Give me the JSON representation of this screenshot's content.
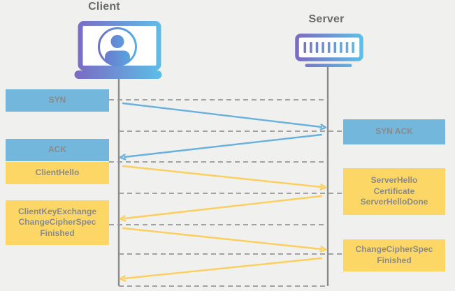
{
  "actors": [
    {
      "label": "Client",
      "icon": "laptop-user-icon"
    },
    {
      "label": "Server",
      "icon": "server-rack-icon"
    }
  ],
  "messages": [
    {
      "id": "syn",
      "label": "SYN",
      "protocol": "tcp",
      "from": "Client",
      "to": "Server",
      "label_side": "left"
    },
    {
      "id": "syn-ack",
      "label": "SYN ACK",
      "protocol": "tcp",
      "from": "Server",
      "to": "Client",
      "label_side": "right"
    },
    {
      "id": "ack",
      "label": "ACK",
      "protocol": "tcp",
      "from": "Client",
      "to": "Server",
      "label_side": "left"
    },
    {
      "id": "client-hello",
      "label": "ClientHello",
      "protocol": "tls",
      "from": "Client",
      "to": "Server",
      "label_side": "left"
    },
    {
      "id": "server-hello",
      "label": "ServerHello\nCertificate\nServerHelloDone",
      "protocol": "tls",
      "from": "Server",
      "to": "Client",
      "label_side": "right"
    },
    {
      "id": "client-key-exchange",
      "label": "ClientKeyExchange\nChangeCipherSpec\nFinished",
      "protocol": "tls",
      "from": "Client",
      "to": "Server",
      "label_side": "left"
    },
    {
      "id": "change-cipher-spec",
      "label": "ChangeCipherSpec\nFinished",
      "protocol": "tls",
      "from": "Server",
      "to": "Client",
      "label_side": "right"
    }
  ],
  "colors": {
    "background": "#f0f0ee",
    "tcp_box_blue": "#74b7dd",
    "tls_box_yellow": "#fdd766",
    "arrow_blue": "#68b1dc",
    "arrow_yellow": "#fccf5c",
    "label_text_gray": "#8a8a8a",
    "actor_title_gray": "#6b6b6b",
    "lifeline_gray": "#8b8b8b",
    "icon_gradient_start": "#7b68c2",
    "icon_gradient_end": "#5cc0e8"
  }
}
